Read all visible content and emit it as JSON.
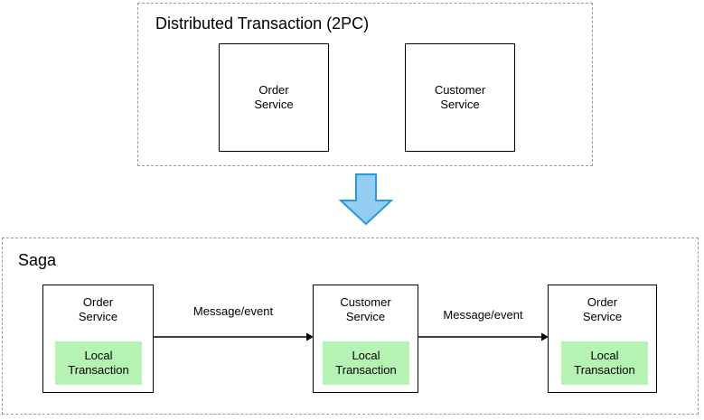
{
  "diagram": {
    "title_2pc": "Distributed Transaction (2PC)",
    "title_saga": "Saga",
    "colors": {
      "local_transaction_fill": "#b4f3b4",
      "box_border": "#000000",
      "group_border": "#9a9a9a",
      "blue_arrow_fill": "#93cdf0",
      "blue_arrow_stroke": "#2b9ada",
      "background": "#ffffff"
    },
    "groups": [
      {
        "id": "2pc",
        "title": "Distributed Transaction (2PC)",
        "boxes": [
          {
            "id": "2pc-order",
            "label": "Order\nService"
          },
          {
            "id": "2pc-customer",
            "label": "Customer\nService"
          }
        ]
      },
      {
        "id": "saga",
        "title": "Saga",
        "boxes": [
          {
            "id": "saga-1",
            "label": "Order\nService",
            "local_transaction": "Local\nTransaction"
          },
          {
            "id": "saga-2",
            "label": "Customer\nService",
            "local_transaction": "Local\nTransaction"
          },
          {
            "id": "saga-3",
            "label": "Order\nService",
            "local_transaction": "Local\nTransaction"
          }
        ],
        "arrows": [
          {
            "id": "arrow-1",
            "label": "Message/event",
            "from": "saga-1",
            "to": "saga-2"
          },
          {
            "id": "arrow-2",
            "label": "Message/event",
            "from": "saga-2",
            "to": "saga-3"
          }
        ]
      }
    ],
    "transition_arrow": {
      "name": "down-arrow-icon",
      "direction": "down",
      "from_group": "2pc",
      "to_group": "saga"
    }
  }
}
